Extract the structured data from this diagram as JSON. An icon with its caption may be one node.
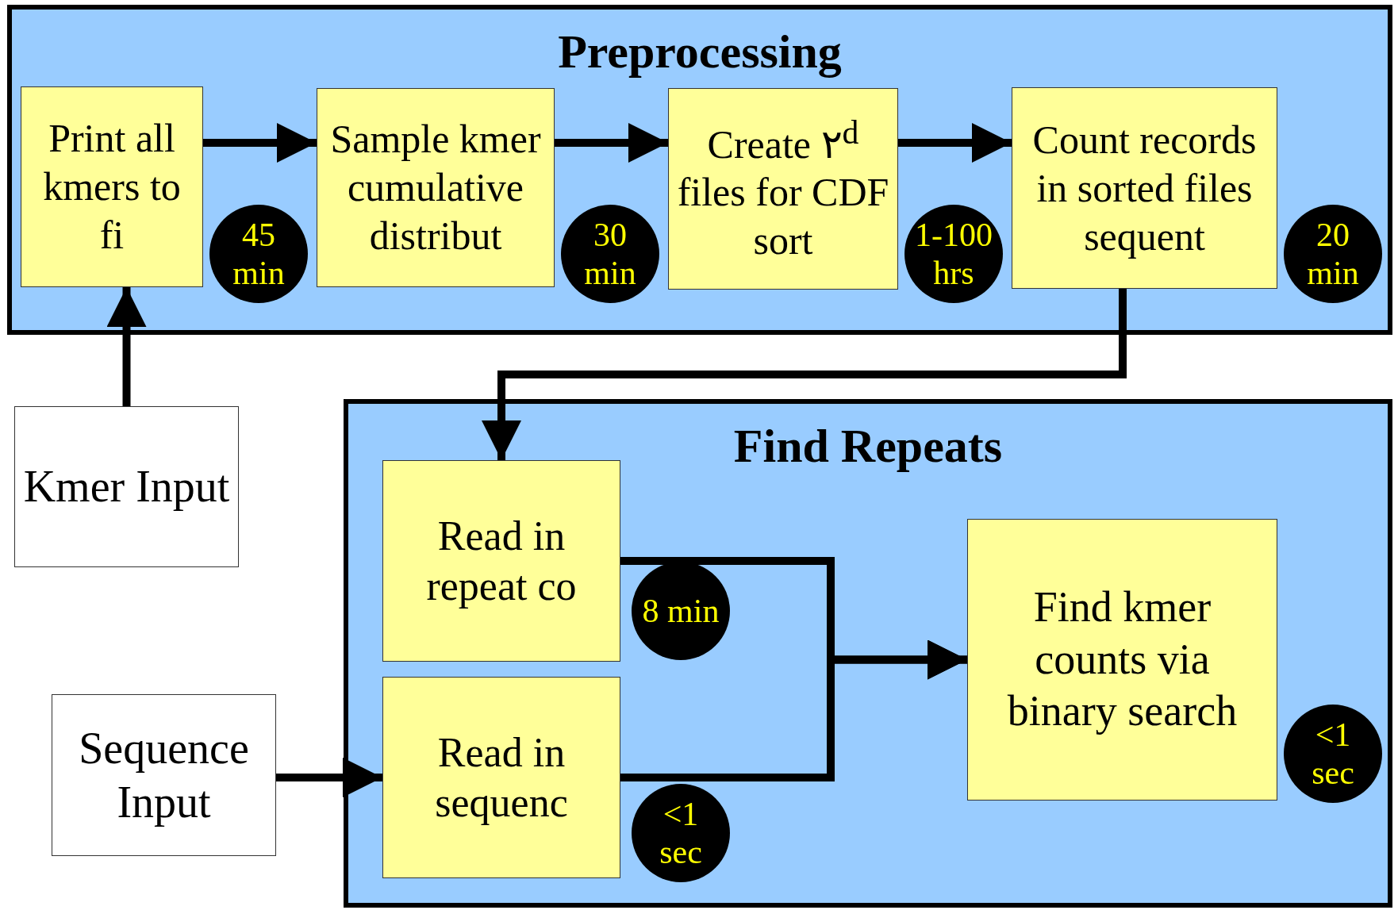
{
  "diagram": {
    "nodes": [
      {
        "text": [
          "Preprocessing"
        ]
      },
      {
        "text": [
          "Print all kmers to fi"
        ],
        "in": 0
      },
      {
        "text": [
          "45 min"
        ],
        "in": 0
      },
      {
        "text": [
          "Sample kmer cumulative distribut"
        ],
        "in": 0
      },
      {
        "text": [
          "30 min"
        ],
        "in": 0
      },
      {
        "text": [
          "Create ۲$^{d}$ files for CDF sort"
        ],
        "in": 0
      },
      {
        "text": [
          "1-100 hrs"
        ],
        "in": 0
      },
      {
        "text": [
          "Count records in sorted files sequent"
        ],
        "in": 0
      },
      {
        "text": [
          "20 min"
        ],
        "in": 0
      },
      {
        "text": [
          "Kmer Input"
        ]
      },
      {
        "text": [
          "Find Repeats"
        ]
      },
      {
        "text": [
          "Read in repeat co"
        ],
        "in": 10
      },
      {
        "text": [
          "8 min"
        ],
        "in": 10
      },
      {
        "text": [
          "Read in sequenc"
        ],
        "in": 10
      },
      {
        "text": [
          "<1 sec"
        ],
        "in": 10
      },
      {
        "text": [
          "Find kmer counts via binary search"
        ],
        "in": 10
      },
      {
        "text": [
          "<1 sec"
        ],
        "in": 10
      },
      {
        "text": [
          "Sequence Input"
        ]
      }
    ],
    "edges": [
      {
        "from": 9,
        "to": 1,
        "arrow": "to"
      },
      {
        "from": 1,
        "to": 3,
        "arrow": "to"
      },
      {
        "from": 3,
        "to": 5,
        "arrow": "to"
      },
      {
        "from": 5,
        "to": 7,
        "arrow": "to"
      },
      {
        "from": 7,
        "to": 11,
        "arrow": "to"
      },
      {
        "from": 17,
        "to": 13,
        "arrow": "to"
      },
      {
        "from": 11,
        "to": 15,
        "arrow": "to"
      },
      {
        "from": 13,
        "to": 15,
        "arrow": "to"
      }
    ]
  }
}
